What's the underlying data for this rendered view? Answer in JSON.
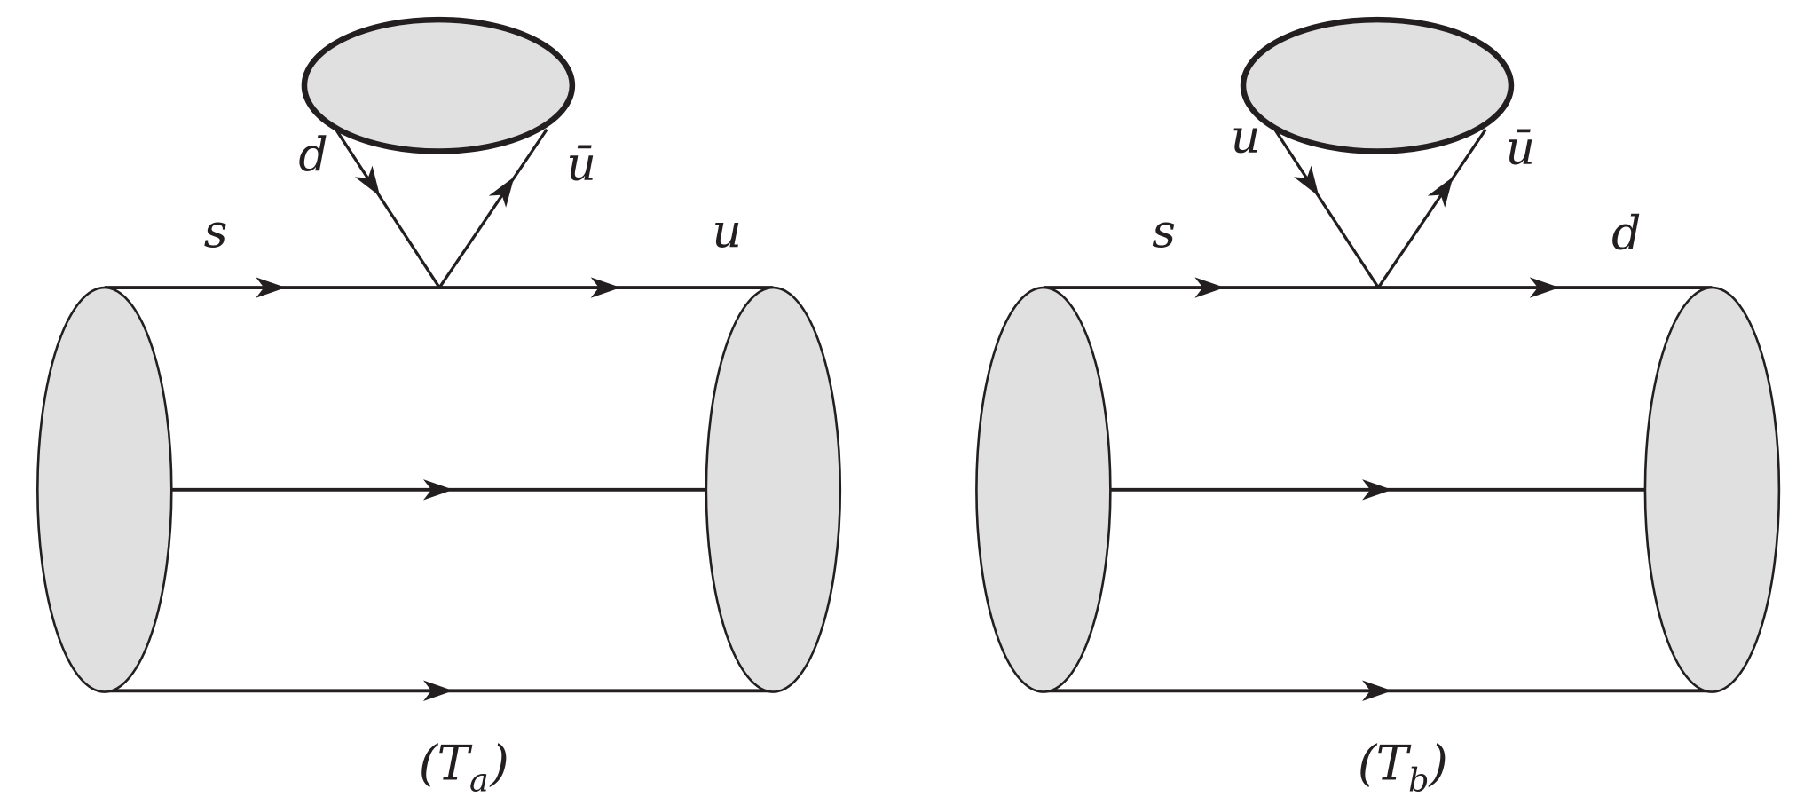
{
  "diagrams": [
    {
      "id": "Ta",
      "labels": {
        "loop_left": "d",
        "loop_right": "ū",
        "incoming": "s",
        "outgoing": "u"
      },
      "caption": {
        "open": "(",
        "main": "T",
        "sub": "a",
        "close": ")"
      }
    },
    {
      "id": "Tb",
      "labels": {
        "loop_left": "u",
        "loop_right": "ū",
        "incoming": "s",
        "outgoing": "d"
      },
      "caption": {
        "open": "(",
        "main": "T",
        "sub": "b",
        "close": ")"
      }
    }
  ],
  "colors": {
    "line": "#231f20",
    "fill": "#e0e0e0",
    "background": "#ffffff"
  }
}
